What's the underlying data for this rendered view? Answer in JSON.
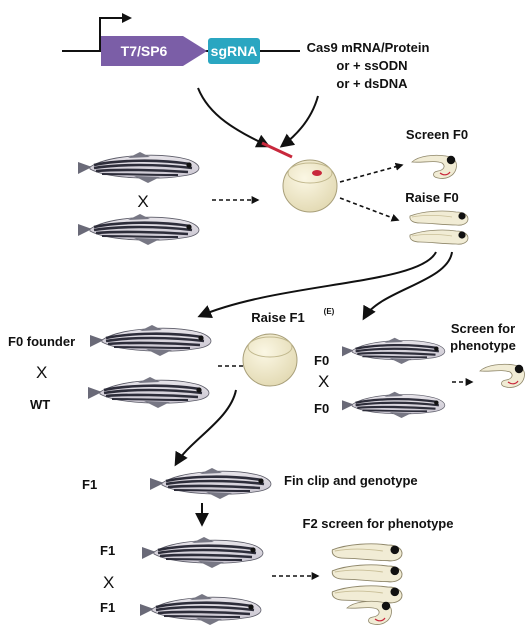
{
  "construct": {
    "promoter": "T7/SP6",
    "guide": "sgRNA",
    "colors": {
      "promoter": "#7b5ea7",
      "guide": "#2aa6c1"
    }
  },
  "injection": {
    "lines": [
      "Cas9 mRNA/Protein",
      "or + ssODN",
      "or + dsDNA"
    ]
  },
  "cross_symbol": "X",
  "f0": {
    "screen": "Screen F0",
    "raise": "Raise F0"
  },
  "outcross": {
    "founder": "F0 founder",
    "wt": "WT",
    "raise_f1": "Raise F1",
    "marker": "(E)"
  },
  "incross": {
    "top": "F0",
    "bottom": "F0",
    "screen_lines": [
      "Screen for",
      "phenotype"
    ]
  },
  "f1": {
    "label": "F1",
    "genotype": "Fin clip and genotype",
    "cross_top": "F1",
    "cross_bottom": "F1",
    "f2_screen": "F2 screen for phenotype"
  },
  "colors": {
    "embryo": "#efe8c8",
    "embryo_stroke": "#a89f7a",
    "needle": "#c8283c",
    "fish_stripe": "#2d2d3a"
  }
}
